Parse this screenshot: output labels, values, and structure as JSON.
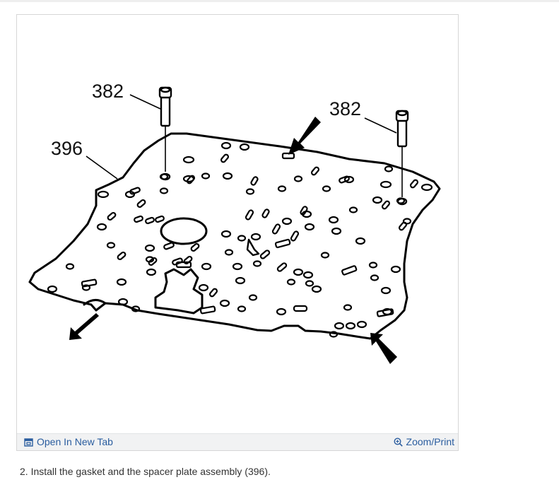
{
  "figure": {
    "callouts": {
      "bolt_left": "382",
      "bolt_right": "382",
      "plate": "396"
    },
    "toolbar": {
      "open_new_tab_label": "Open In New Tab",
      "open_new_tab_icon": "open-new-tab-icon",
      "zoom_print_label": "Zoom/Print",
      "zoom_print_icon": "zoom-in-icon"
    }
  },
  "caption": "2. Install the gasket and the spacer plate assembly (396).",
  "colors": {
    "link": "#2a5d9f",
    "toolbar_bg": "#f1f2f3",
    "frame_border": "#d6d6d6",
    "text": "#333333"
  }
}
